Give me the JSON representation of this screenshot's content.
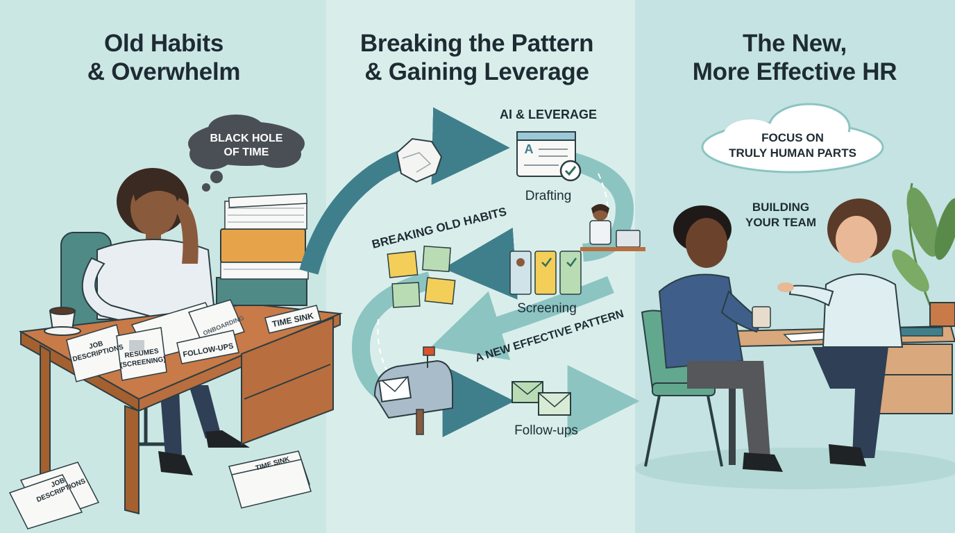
{
  "sections": [
    {
      "title_line1": "Old Habits",
      "title_line2": "& Overwhelm"
    },
    {
      "title_line1": "Breaking the Pattern",
      "title_line2": "& Gaining Leverage"
    },
    {
      "title_line1": "The New,",
      "title_line2": "More Effective HR"
    }
  ],
  "left_scene": {
    "thought_line1": "BLACK HOLE",
    "thought_line2": "OF TIME",
    "paper_job_line1": "JOB",
    "paper_job_line2": "DESCRIPTIONS",
    "paper_resumes_line1": "RESUMES",
    "paper_resumes_line2": "(SCREENING)",
    "paper_followups": "FOLLOW-UPS",
    "paper_timesink": "TIME SINK",
    "paper_handwritten": "ONBOARDING",
    "floor_timesink": "TIME SINK",
    "floor_job_line1": "JOB",
    "floor_job_line2": "DESCRIPTIONS"
  },
  "middle_scene": {
    "ai_leverage": "AI & LEVERAGE",
    "drafting": "Drafting",
    "breaking_old_habits": "BREAKING OLD HABITS",
    "screening": "Screening",
    "new_pattern": "A NEW EFFECTIVE PATTERN",
    "followups": "Follow-ups",
    "doc_letter": "A"
  },
  "right_scene": {
    "cloud_line1": "FOCUS ON",
    "cloud_line2": "TRULY HUMAN PARTS",
    "building_line1": "BUILDING",
    "building_line2": "YOUR TEAM"
  },
  "colors": {
    "arrow_teal": "#3f7f8c",
    "arrow_light": "#8cc4c2",
    "panel_left": "#cbe7e4",
    "panel_mid": "#d9eeeb",
    "panel_right": "#c4e3e2",
    "desk_wood": "#b86e3e",
    "sticky_yellow": "#f3cf59",
    "sticky_green": "#b9dcb5",
    "ink": "#1e2b33"
  }
}
